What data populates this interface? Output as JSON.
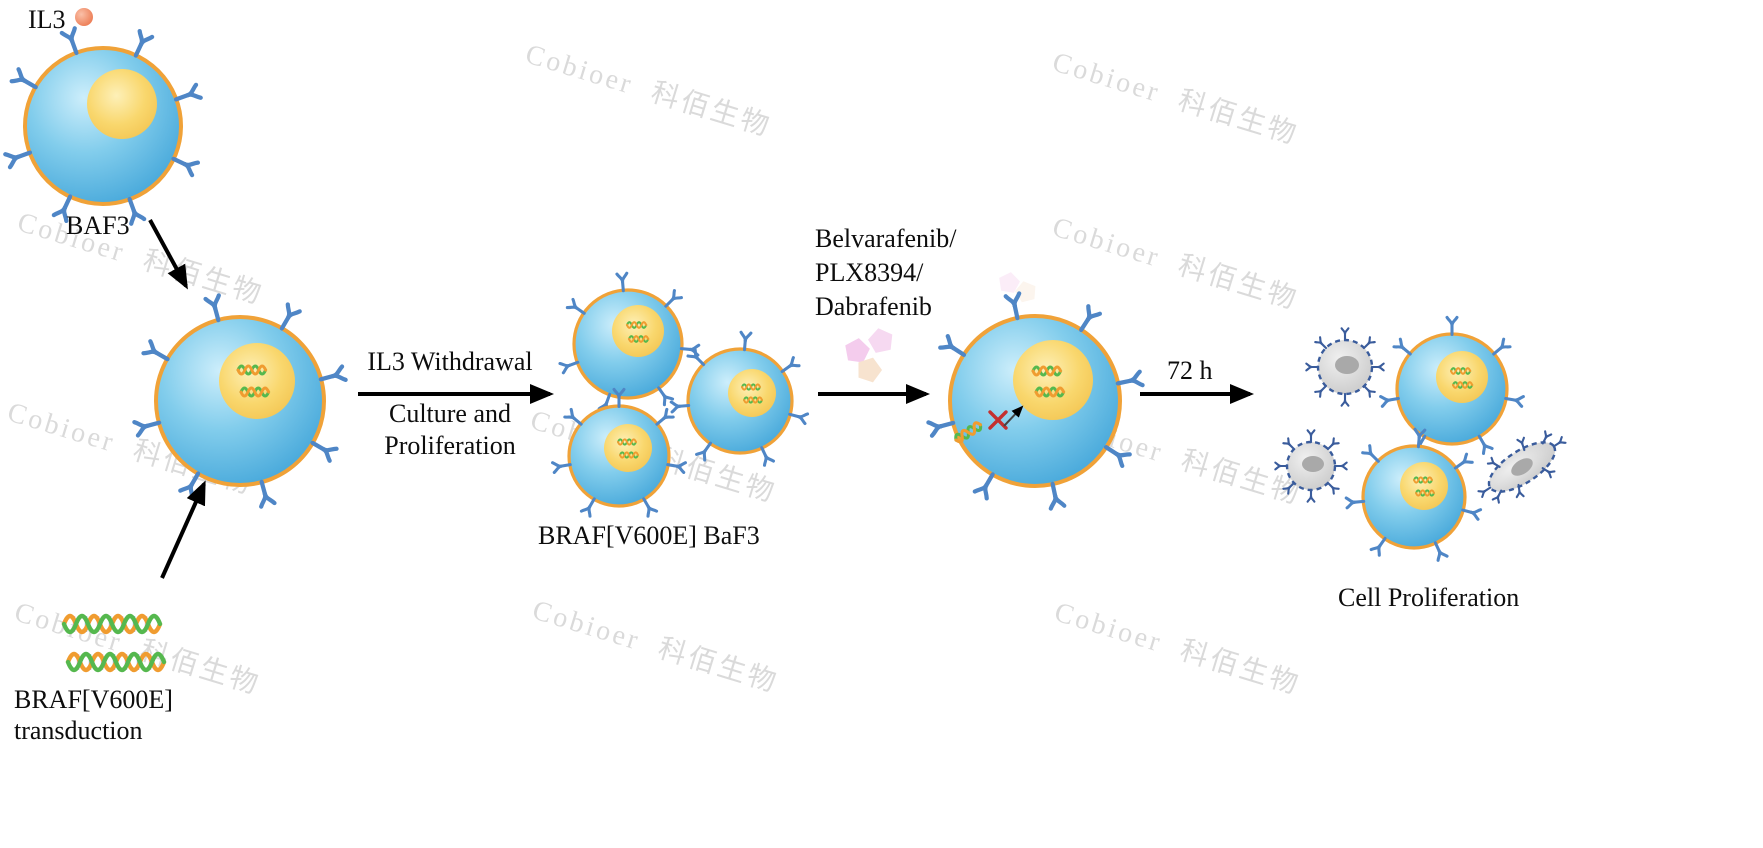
{
  "watermark": {
    "text": "Cobioer 科佰生物"
  },
  "labels": {
    "il3": "IL3",
    "baf3": "BAF3",
    "withdrawal": "IL3 Withdrawal",
    "culture_line1": "Culture and",
    "culture_line2": "Proliferation",
    "cluster": "BRAF[V600E] BaF3",
    "drug_line1": "Belvarafenib/",
    "drug_line2": "PLX8394/",
    "drug_line3": "Dabrafenib",
    "duration": "72 h",
    "result": "Cell Proliferation",
    "transduction_line1": "BRAF[V600E]",
    "transduction_line2": "transduction"
  },
  "colors": {
    "cell_membrane": "#f0a238",
    "receptor": "#4f86c6",
    "receptor_dark": "#3a5c9c",
    "dna_orange": "#f09c30",
    "dna_green": "#55b84e",
    "drug": "#f4cced",
    "arrow": "#000000",
    "inhibition_x": "#c43030",
    "il3_dot": "#ee7950",
    "dying_outline": "#3a5c9c",
    "watermark_gray": "#c4c4c4"
  }
}
